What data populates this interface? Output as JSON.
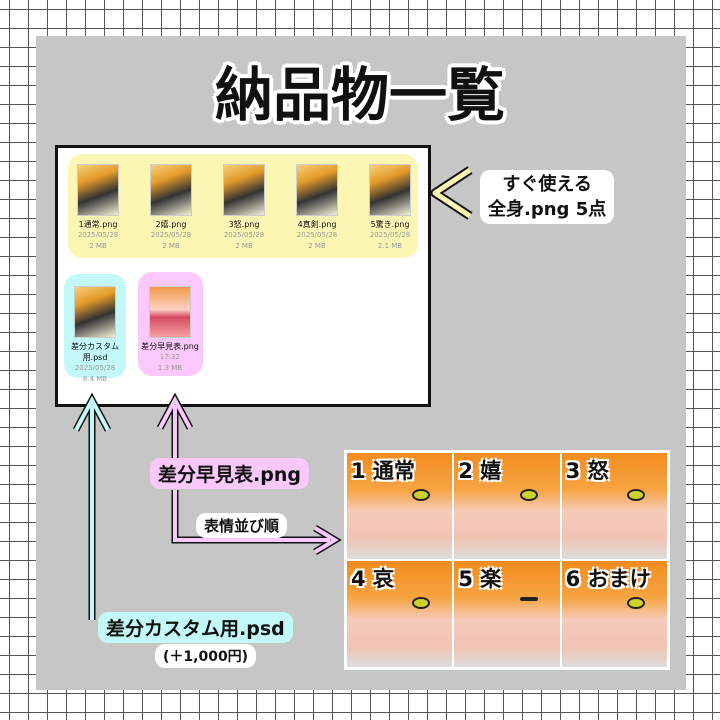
{
  "title": "納品物一覧",
  "files": [
    {
      "name": "1通常.png",
      "date": "2025/05/28",
      "size": "2 MB"
    },
    {
      "name": "2嬉.png",
      "date": "2025/05/28",
      "size": "2 MB"
    },
    {
      "name": "3怒.png",
      "date": "2025/05/28",
      "size": "2 MB"
    },
    {
      "name": "4真剣.png",
      "date": "2025/05/28",
      "size": "2 MB"
    },
    {
      "name": "5驚き.png",
      "date": "2025/05/28",
      "size": "2.1 MB"
    },
    {
      "name": "差分カスタム用.psd",
      "date": "2025/05/28",
      "size": "8.4 MB"
    },
    {
      "name": "差分早見表.png",
      "date": "17:32",
      "size": "1.3 MB"
    }
  ],
  "labels": {
    "ready_line1": "すぐ使える",
    "ready_line2": "全身.png 5点",
    "sheet": "差分早見表.png",
    "sheet_sub": "表情並び順",
    "psd": "差分カスタム用.psd",
    "psd_price": "(＋1,000円)"
  },
  "faces": [
    "1 通常",
    "2 嬉",
    "3 怒",
    "4 哀",
    "5 楽",
    "6 おまけ"
  ],
  "colors": {
    "yellow": "#fbf6b4",
    "cyan": "#c3f8f8",
    "pink": "#fbc8fb",
    "panel": "#c6c6c6"
  }
}
